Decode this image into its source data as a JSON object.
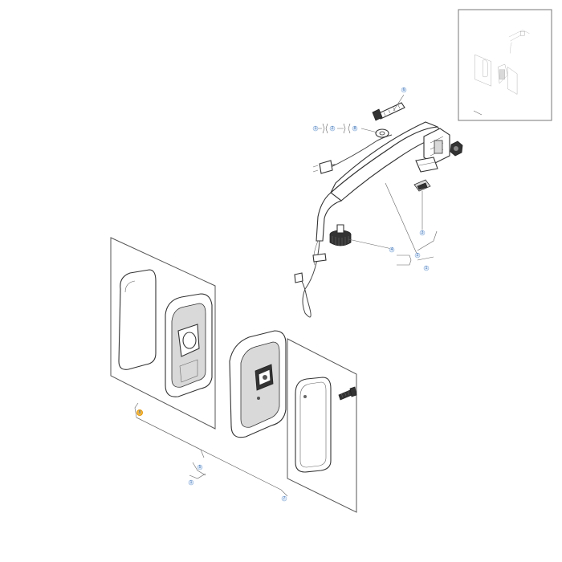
{
  "callouts": [
    {
      "id": "c-top-bolt",
      "label": "6",
      "highlight": false
    },
    {
      "id": "c-bracket-1",
      "label": "1",
      "highlight": false
    },
    {
      "id": "c-bracket-2",
      "label": "2",
      "highlight": false
    },
    {
      "id": "c-bracket-8",
      "label": "8",
      "highlight": false
    },
    {
      "id": "c-clip",
      "label": "3",
      "highlight": false
    },
    {
      "id": "c-knob",
      "label": "4",
      "highlight": false
    },
    {
      "id": "c-arm-2",
      "label": "2",
      "highlight": false
    },
    {
      "id": "c-arm-1",
      "label": "1",
      "highlight": false
    },
    {
      "id": "c-glass",
      "label": "8",
      "highlight": true
    },
    {
      "id": "c-housing-5",
      "label": "5",
      "highlight": false
    },
    {
      "id": "c-housing-1",
      "label": "1",
      "highlight": false
    },
    {
      "id": "c-plate-7",
      "label": "7",
      "highlight": false
    }
  ],
  "colors": {
    "highlight": "#f5b942",
    "callout": "#3a6fb0"
  }
}
